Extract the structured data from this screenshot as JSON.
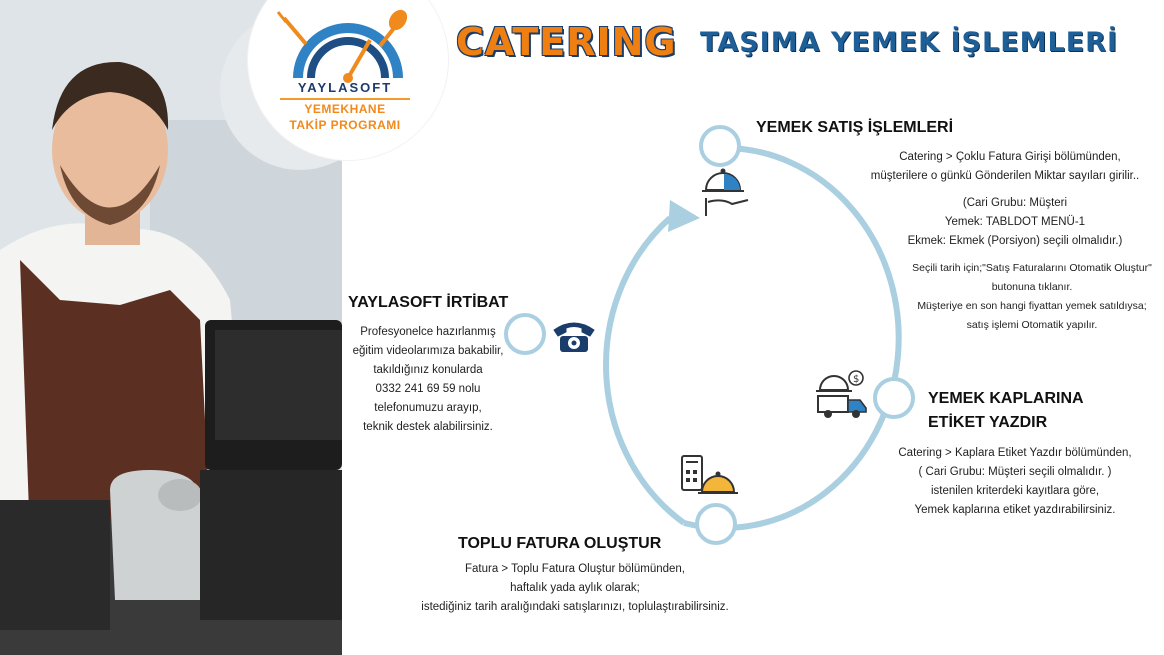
{
  "logo": {
    "brand": "YAYLASOFT",
    "line1": "YEMEKHANE",
    "line2": "TAKİP PROGRAMI"
  },
  "titles": {
    "main": "CATERING",
    "sub": "TAŞIMA YEMEK İŞLEMLERİ"
  },
  "colors": {
    "ring": "#a9cfe1",
    "node_stroke": "#a9cfe1",
    "orange": "#f07f12",
    "navy": "#1b3d6b"
  },
  "steps": {
    "satis": {
      "title": "YEMEK SATIŞ İŞLEMLERİ",
      "lines": [
        "Catering > Çoklu Fatura Girişi bölümünden,",
        "müşterilere o günkü Gönderilen Miktar sayıları girilir..",
        "(Cari Grubu: Müşteri",
        "Yemek: TABLDOT MENÜ-1",
        "Ekmek: Ekmek (Porsiyon) seçili olmalıdır.)",
        "Seçili tarih için;\"Satış Faturalarını Otomatik Oluştur\"",
        "butonuna tıklanır.",
        "Müşteriye en son hangi fiyattan yemek satıldıysa;",
        "satış işlemi Otomatik yapılır."
      ],
      "icon": "serving-dish-hand-icon"
    },
    "etiket": {
      "title_line1": "YEMEK KAPLARINA",
      "title_line2": "ETİKET YAZDIR",
      "lines": [
        "Catering > Kaplara Etiket Yazdır bölümünden,",
        "( Cari Grubu: Müşteri seçili olmalıdır. )",
        "istenilen kriterdeki kayıtlara göre,",
        "Yemek kaplarına etiket yazdırabilirsiniz."
      ],
      "icon": "delivery-truck-icon"
    },
    "fatura": {
      "title": "TOPLU FATURA OLUŞTUR",
      "lines": [
        "Fatura > Toplu Fatura Oluştur bölümünden,",
        "haftalık yada aylık olarak;",
        "istediğiniz tarih aralığındaki satışlarınızı, toplulaştırabilirsiniz."
      ],
      "icon": "pos-receipt-icon"
    },
    "irtibat": {
      "title": "YAYLASOFT İRTİBAT",
      "lines": [
        "Profesyonelce hazırlanmış",
        "eğitim videolarımıza bakabilir,",
        "takıldığınız konularda",
        "0332 241 69 59 nolu",
        "telefonumuzu arayıp,",
        "teknik destek alabilirsiniz."
      ],
      "icon": "telephone-icon"
    }
  }
}
